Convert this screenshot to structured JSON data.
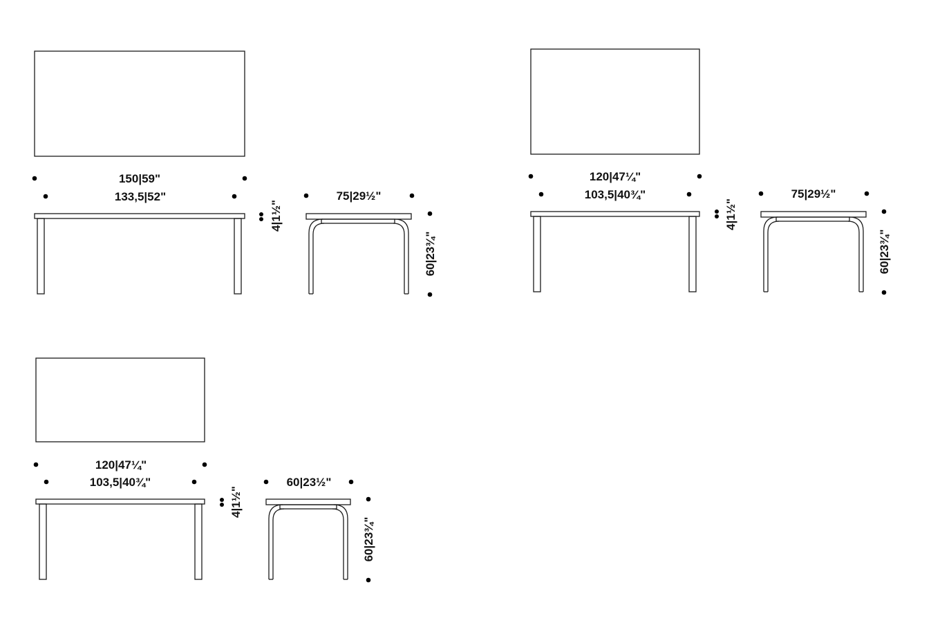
{
  "colors": {
    "line": "#1a1a1a",
    "dot": "#000000",
    "text": "#111111",
    "background": "#ffffff"
  },
  "tables": [
    {
      "id": "table-150",
      "overall_length": "150|59\"",
      "inner_length": "133,5|52\"",
      "top_thickness": "4|1½\"",
      "depth": "75|29½\"",
      "height": "60|23¾\""
    },
    {
      "id": "table-120-75",
      "overall_length": "120|47¼\"",
      "inner_length": "103,5|40¾\"",
      "top_thickness": "4|1½\"",
      "depth": "75|29½\"",
      "height": "60|23¾\""
    },
    {
      "id": "table-120-60",
      "overall_length": "120|47¼\"",
      "inner_length": "103,5|40¾\"",
      "top_thickness": "4|1½\"",
      "depth": "60|23½\"",
      "height": "60|23¾\""
    }
  ]
}
